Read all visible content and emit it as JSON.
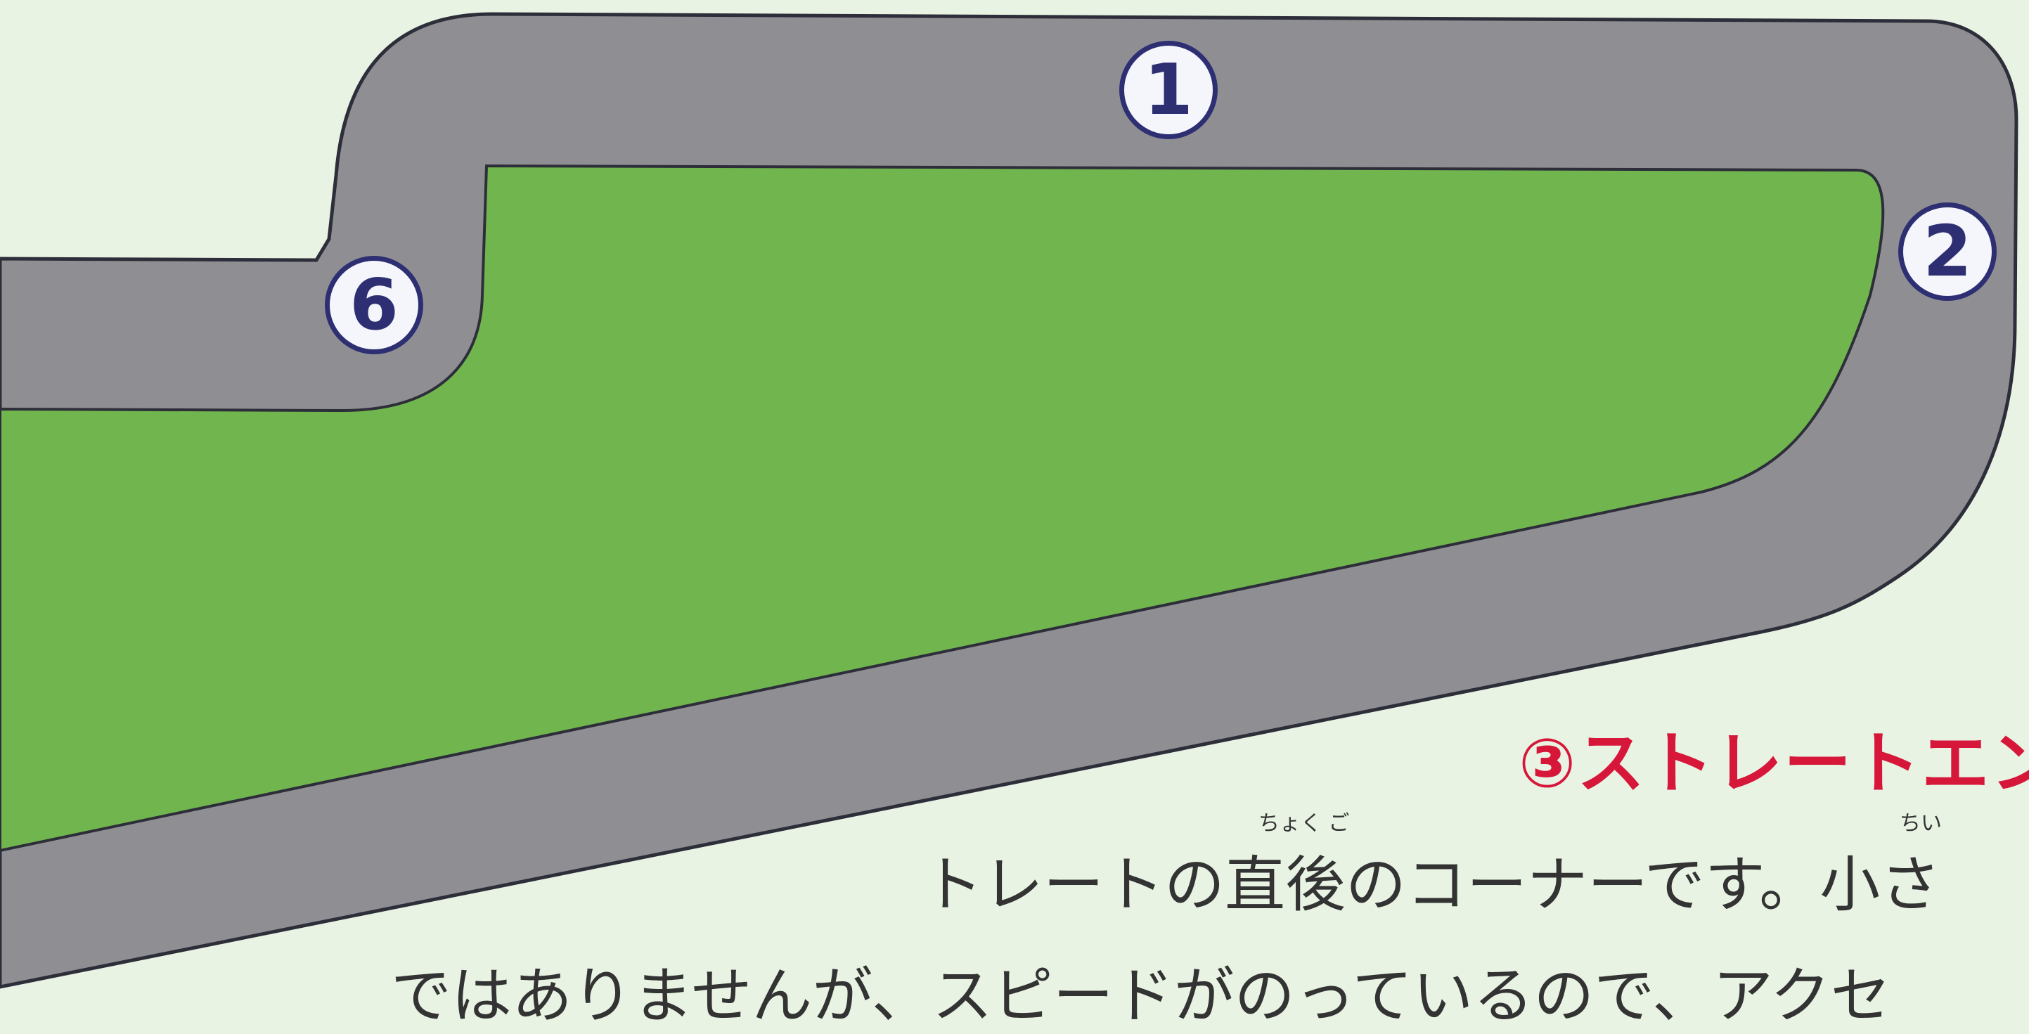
{
  "colors": {
    "background": "#e8f3e3",
    "track": "#8f8f93",
    "grass": "#71b54e",
    "outline": "#2d2e3a",
    "marker_border": "#2d2f72",
    "heading": "#d6173a"
  },
  "markers": {
    "m1": "1",
    "m2": "2",
    "m6": "6"
  },
  "section": {
    "heading": "③ストレートエン"
  },
  "body": {
    "ruby_1": "ちょく ご",
    "ruby_2": "ちい",
    "line_1": "トレートの直後のコーナーです。小さ",
    "line_2": "ではありませんが、スピードがのっているので、アクセ"
  }
}
